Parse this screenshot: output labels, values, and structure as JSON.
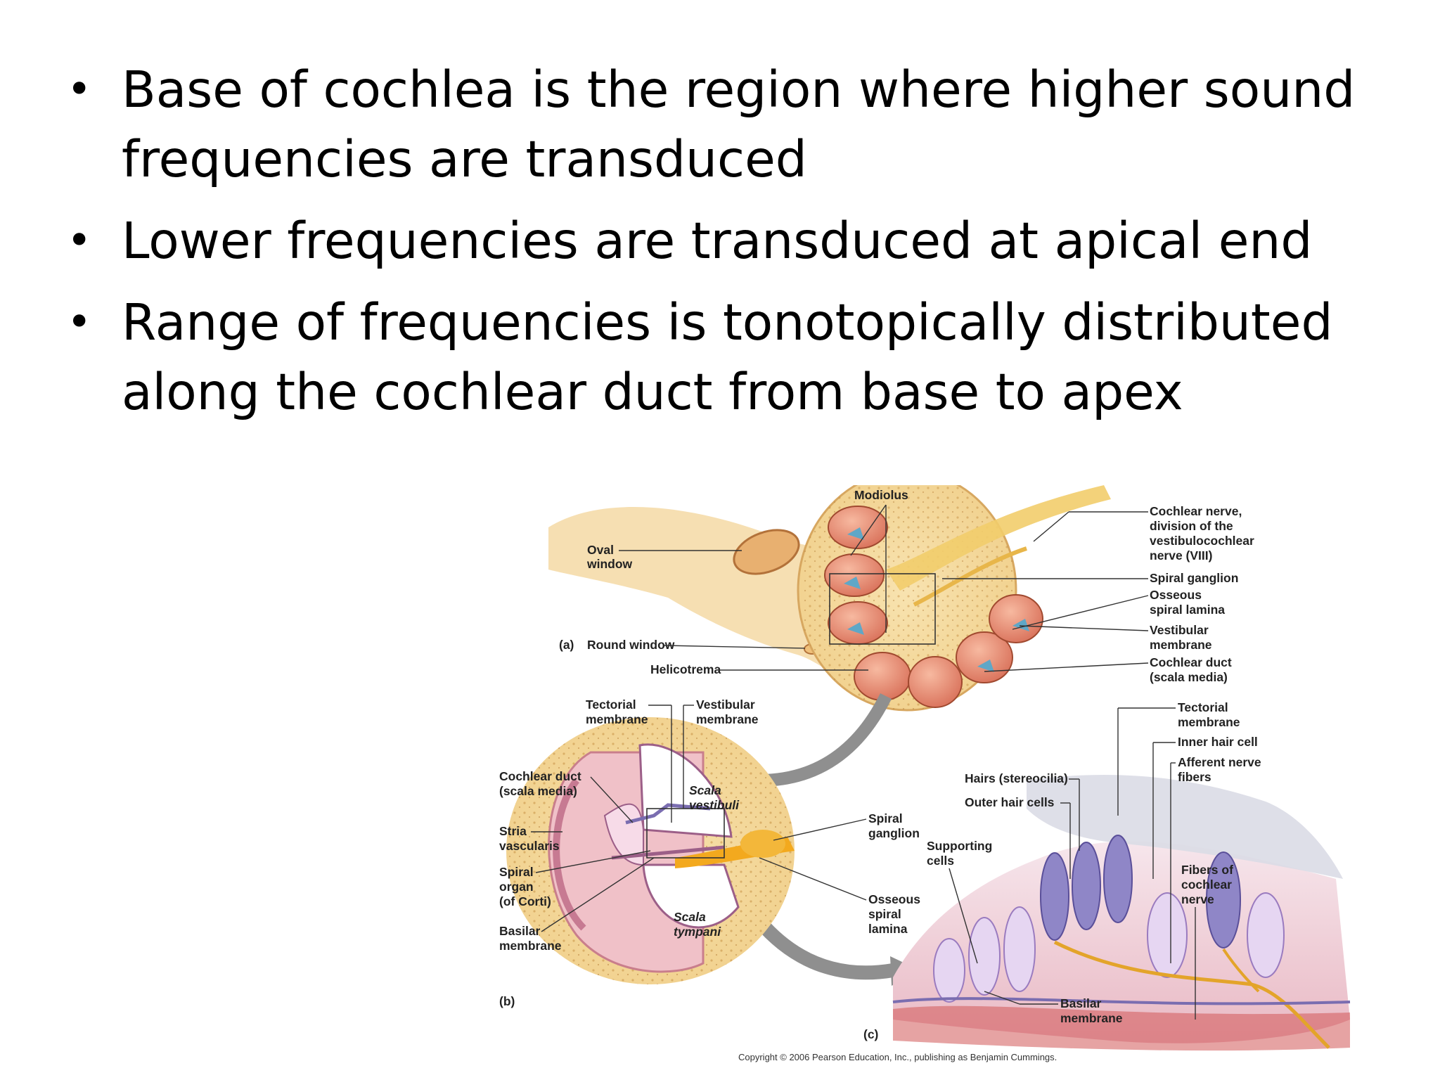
{
  "bullets": [
    {
      "text": "Base of cochlea is the region where higher sound frequencies are transduced"
    },
    {
      "text": "Lower frequencies are transduced at apical end"
    },
    {
      "text": "Range of frequencies is tonotopically distributed along the cochlear duct from base to apex"
    }
  ],
  "bullet_glyph": "•",
  "figure": {
    "panel_a": {
      "tag": "(a)",
      "oval_window_1": "Oval",
      "oval_window_2": "window",
      "round_window": "Round window",
      "helicotrema": "Helicotrema",
      "modiolus": "Modiolus",
      "cochlear_nerve_1": "Cochlear nerve,",
      "cochlear_nerve_2": "division of the",
      "cochlear_nerve_3": "vestibulocochlear",
      "cochlear_nerve_4": "nerve (VIII)",
      "spiral_ganglion": "Spiral ganglion",
      "osseous_1": "Osseous",
      "osseous_2": "spiral lamina",
      "vestibular_1": "Vestibular",
      "vestibular_2": "membrane",
      "duct_1": "Cochlear duct",
      "duct_2": "(scala media)"
    },
    "panel_b": {
      "tag": "(b)",
      "tectorial_1": "Tectorial",
      "tectorial_2": "membrane",
      "vestibular_1": "Vestibular",
      "vestibular_2": "membrane",
      "duct_1": "Cochlear duct",
      "duct_2": "(scala media)",
      "stria_1": "Stria",
      "stria_2": "vascularis",
      "spiral_organ_1": "Spiral",
      "spiral_organ_2": "organ",
      "spiral_organ_3": "(of Corti)",
      "basilar_1": "Basilar",
      "basilar_2": "membrane",
      "scala_vestibuli_1": "Scala",
      "scala_vestibuli_2": "vestibuli",
      "scala_tympani_1": "Scala",
      "scala_tympani_2": "tympani",
      "spiral_ganglion_1": "Spiral",
      "spiral_ganglion_2": "ganglion",
      "osseous_1": "Osseous",
      "osseous_2": "spiral",
      "osseous_3": "lamina"
    },
    "panel_c": {
      "tag": "(c)",
      "tectorial_1": "Tectorial",
      "tectorial_2": "membrane",
      "inner_hair": "Inner hair cell",
      "afferent_1": "Afferent nerve",
      "afferent_2": "fibers",
      "hairs": "Hairs (stereocilia)",
      "outer_hair": "Outer hair cells",
      "supporting_1": "Supporting",
      "supporting_2": "cells",
      "fibers_1": "Fibers of",
      "fibers_2": "cochlear",
      "fibers_3": "nerve",
      "basilar_1": "Basilar",
      "basilar_2": "membrane"
    },
    "copyright": "Copyright © 2006 Pearson Education, Inc., publishing as Benjamin Cummings."
  }
}
